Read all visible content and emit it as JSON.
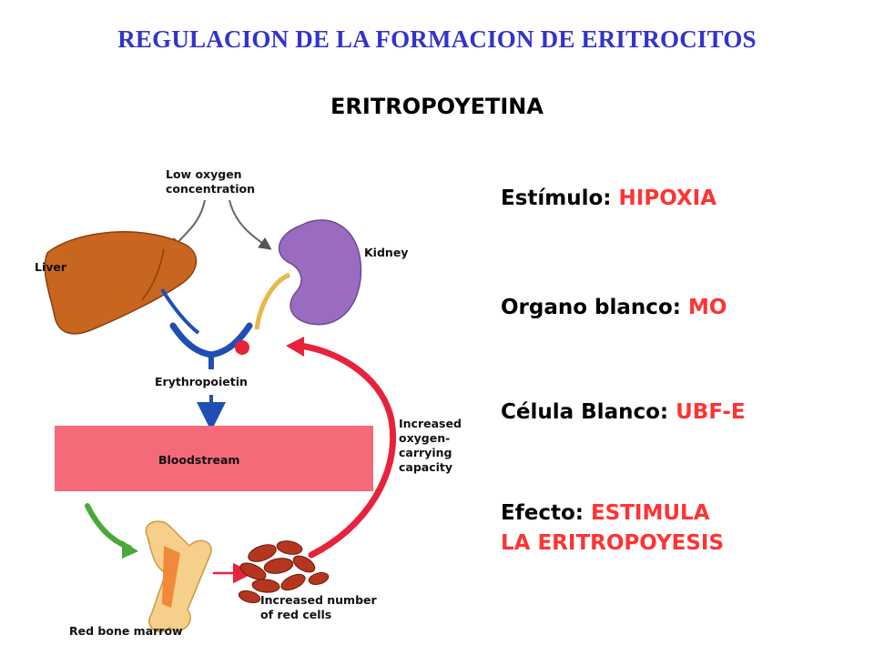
{
  "title": "REGULACION DE LA FORMACION DE ERITROCITOS",
  "subtitle": "ERITROPOYETINA",
  "colors": {
    "title": "#3333cc",
    "highlight": "#ff3333",
    "liver": "#c8651e",
    "kidney": "#9a6cc0",
    "bloodstream": "#f46a78",
    "receptor": "#1f4fb4",
    "return_arrow": "#e8223c",
    "marrow_arrow": "#4aa83a"
  },
  "diagram": {
    "low_oxygen": [
      "Low oxygen",
      "concentration"
    ],
    "kidney": "Kidney",
    "liver": "Liver",
    "erythropoietin": "Erythropoietin",
    "bloodstream": "Bloodstream",
    "increased_capacity": [
      "Increased",
      "oxygen-",
      "carrying",
      "capacity"
    ],
    "red_bone_marrow": "Red bone marrow",
    "increased_cells": [
      "Increased number",
      "of red cells"
    ]
  },
  "facts": [
    {
      "label": "Estímulo:",
      "value": "HIPOXIA"
    },
    {
      "label": "Organo blanco:",
      "value": "MO"
    },
    {
      "label": "Célula Blanco:",
      "value": "UBF-E"
    },
    {
      "label": "Efecto:",
      "value": "ESTIMULA",
      "value2": "LA ERITROPOYESIS"
    }
  ]
}
